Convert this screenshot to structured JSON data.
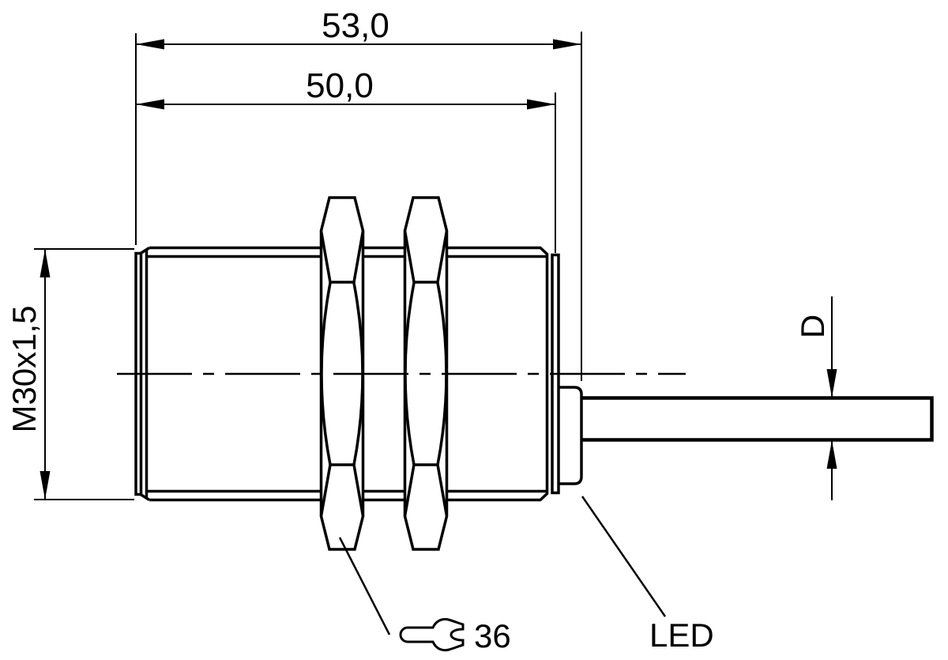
{
  "drawing": {
    "type": "technical-dimension-drawing",
    "subject": "Cylindrical threaded proximity sensor with fixing nuts and cable, side view",
    "labels": {
      "dim_total_length": "53,0",
      "dim_body_length": "50,0",
      "thread_spec": "M30x1,5",
      "cable_diameter": "D",
      "wrench_size": "36",
      "led": "LED"
    },
    "colors": {
      "line": "#000000",
      "background": "#ffffff"
    }
  }
}
